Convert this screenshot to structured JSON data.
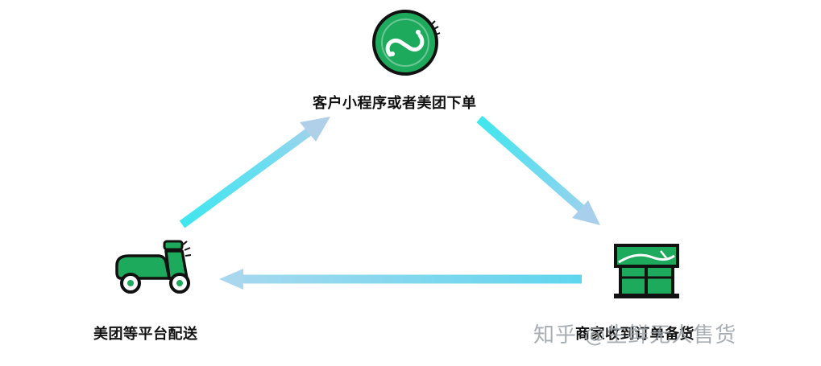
{
  "diagram": {
    "nodes": [
      {
        "id": "order",
        "label": "客户小程序或者美团下单",
        "icon": "mini-program-icon"
      },
      {
        "id": "shop",
        "label": "商家收到订单备货",
        "icon": "storefront-icon"
      },
      {
        "id": "delivery",
        "label": "美团等平台配送",
        "icon": "scooter-icon"
      }
    ],
    "arrows": [
      {
        "from": "delivery",
        "to": "order"
      },
      {
        "from": "order",
        "to": "shop"
      },
      {
        "from": "shop",
        "to": "delivery"
      }
    ]
  },
  "watermark": "知乎 @生鲜无人售货",
  "colors": {
    "icon_green": "#1eaa5c",
    "icon_dark": "#111111",
    "arrow_cyan": "#3fe6ee",
    "arrow_blue": "#a8d0ec"
  }
}
